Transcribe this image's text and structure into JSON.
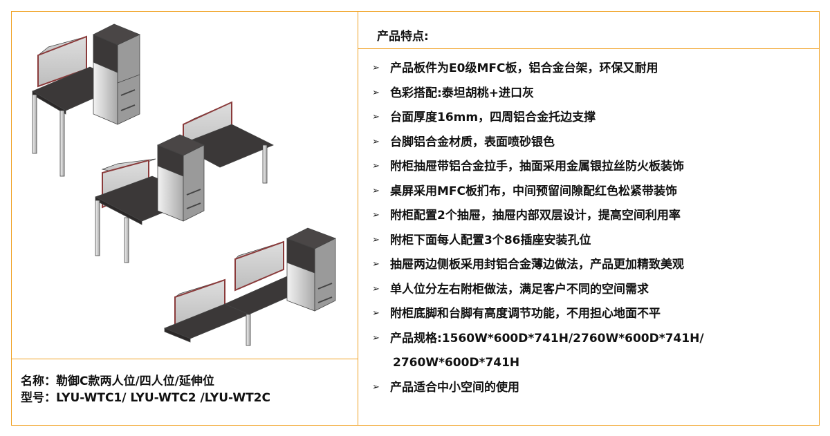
{
  "features_heading": "产品特点:",
  "features": [
    "产品板件为E0级MFC板，铝合金台架，环保又耐用",
    "色彩搭配:泰坦胡桃+进口灰",
    "台面厚度16mm，四周铝合金托边支撑",
    "台脚铝合金材质，表面喷砂银色",
    "附柜抽屉带铝合金拉手，抽面采用金属银拉丝防火板装饰",
    "桌屏采用MFC板扪布，中间预留间隙配红色松紧带装饰",
    "附柜配置2个抽屉，抽屉内部双层设计，提高空间利用率",
    "附柜下面每人配置3个86插座安装孔位",
    "抽屉两边侧板采用封铝合金薄边做法，产品更加精致美观",
    "单人位分左右附柜做法，满足客户不同的空间需求",
    "附柜底脚和台脚有高度调节功能，不用担心地面不平",
    "产品规格:1560W*600D*741H/2760W*600D*741H/",
    "产品适合中小空间的使用"
  ],
  "spec_continuation": "2760W*600D*741H",
  "bullet_symbol": "➢",
  "product": {
    "name": "名称：勒御C款两人位/四人位/延伸位",
    "model": "型号：LYU-WTC1/ LYU-WTC2 /LYU-WT2C"
  },
  "colors": {
    "border": "#f0a020",
    "desktop": "#3b3838",
    "screen_trim": "#8a3a3a",
    "metal": "#c8c8c8"
  }
}
